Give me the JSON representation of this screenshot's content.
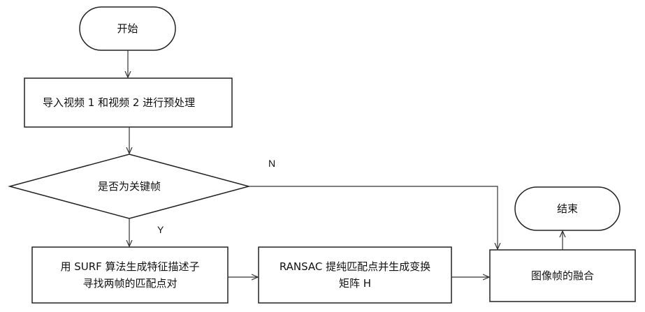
{
  "nodes": {
    "start": "开始",
    "import": "导入视频 1 和视频 2 进行预处理",
    "keyframe": "是否为关键帧",
    "surf": "用 SURF 算法生成特征描述子寻找两帧的匹配点对",
    "ransac": "RANSAC 提纯匹配点并生成变换矩阵 H",
    "fusion": "图像帧的融合",
    "end": "结束"
  },
  "edges": {
    "no": "N",
    "yes": "Y"
  }
}
